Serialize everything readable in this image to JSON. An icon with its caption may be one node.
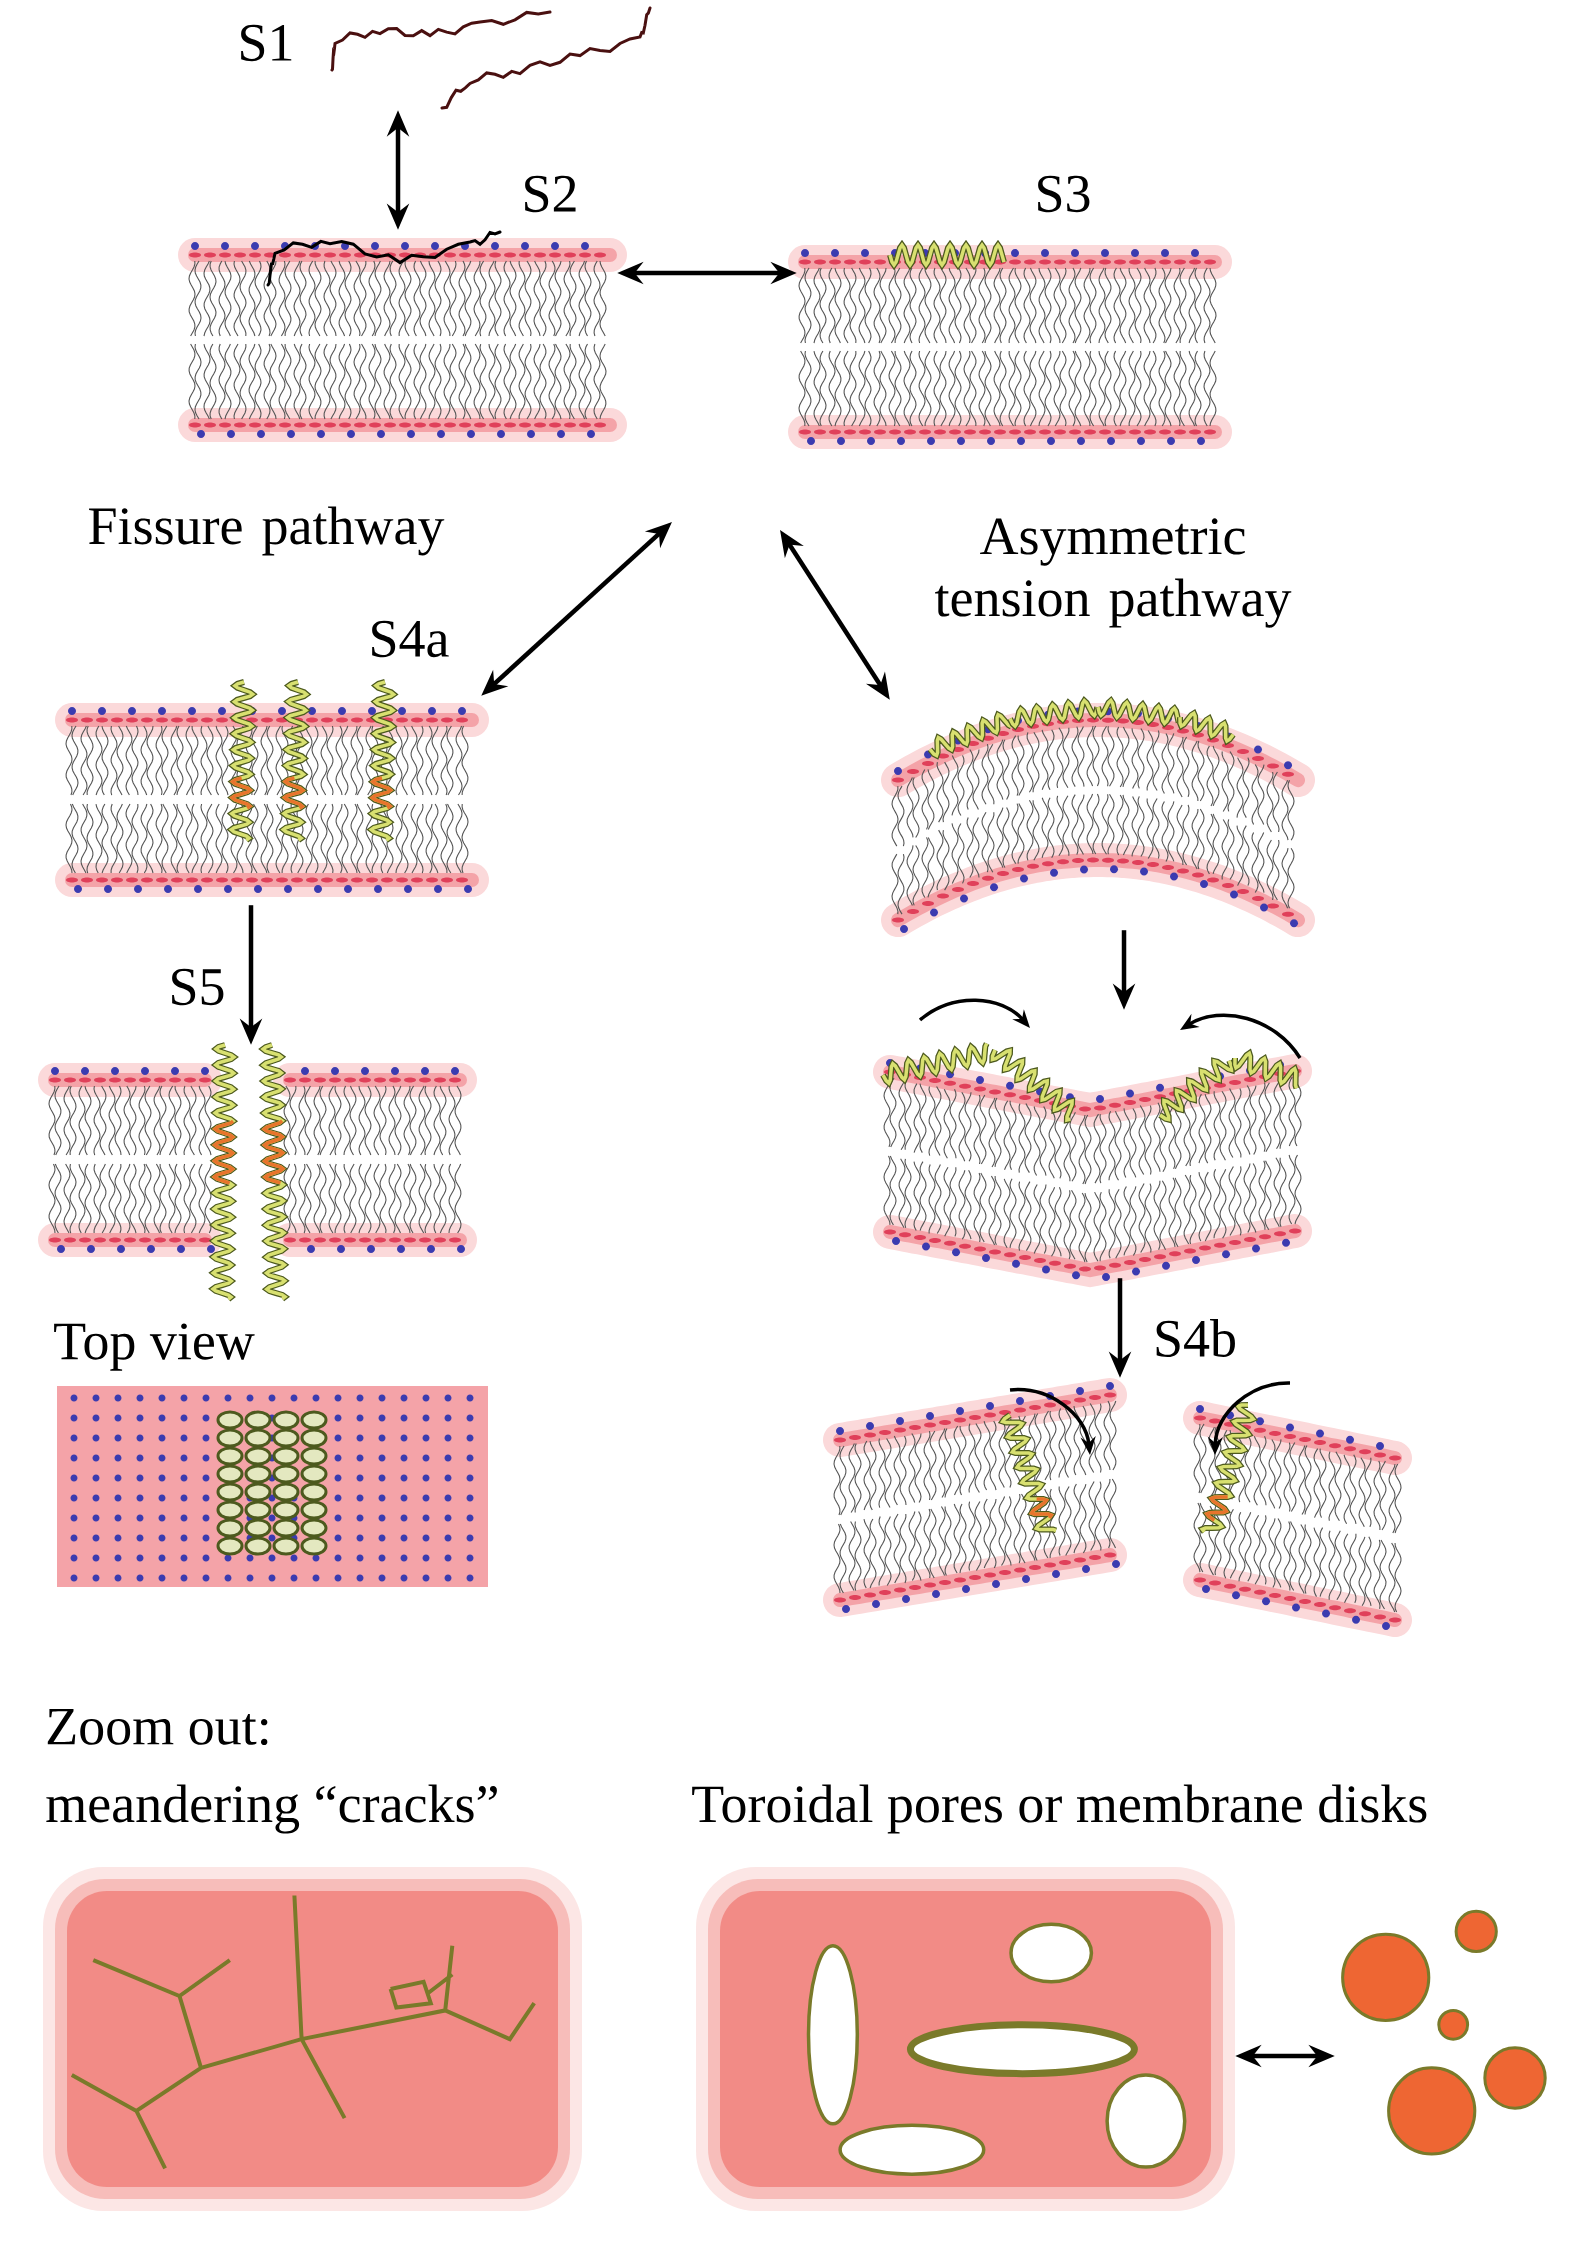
{
  "diagram": {
    "nodes": [
      {
        "text": [
          "S1"
        ]
      },
      {
        "text": [
          "S2"
        ]
      },
      {
        "text": [
          "S3"
        ]
      },
      {
        "text": [
          "S4a"
        ]
      },
      {
        "text": [],
        "shape": "picture"
      },
      {
        "text": [
          "S5"
        ]
      },
      {
        "text": [],
        "shape": "picture"
      },
      {
        "text": [
          "Top view"
        ]
      },
      {
        "text": [
          "S4b"
        ]
      },
      {
        "text": [
          "Zoom out:",
          "meandering “cracks”"
        ]
      },
      {
        "text": [
          "Toroidal pores or membrane disks"
        ]
      },
      {
        "text": [],
        "shape": "picture"
      }
    ],
    "edges": [
      {
        "from": 0,
        "to": 1,
        "arrow": "both"
      },
      {
        "from": 1,
        "to": 2,
        "arrow": "both"
      },
      {
        "from": null,
        "to": 3,
        "arrow": "both"
      },
      {
        "from": null,
        "to": 4,
        "arrow": "both"
      },
      {
        "from": 3,
        "to": 5,
        "arrow": "to"
      },
      {
        "from": 4,
        "to": 6,
        "arrow": "to"
      },
      {
        "from": 6,
        "to": 8,
        "arrow": "to"
      },
      {
        "from": 10,
        "to": 11,
        "arrow": "both"
      }
    ],
    "labels": [
      "Fissure pathway",
      "Asymmetric tension pathway"
    ]
  }
}
